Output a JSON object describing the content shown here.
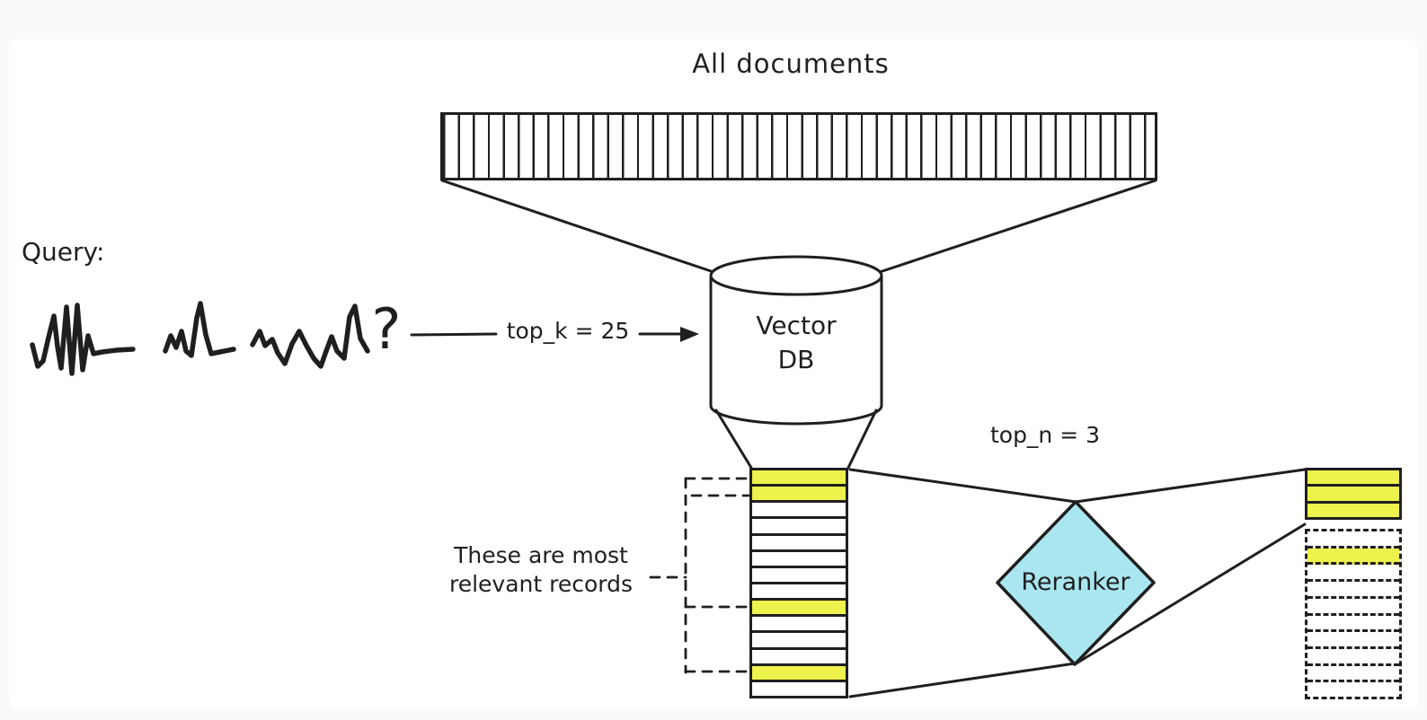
{
  "canvas": {
    "title": "All documents",
    "query": {
      "label": "Query:",
      "question_mark": "?"
    },
    "arrow_top_k": {
      "label": "top_k = 25"
    },
    "vector_db": {
      "label": "Vector\nDB"
    },
    "note": {
      "label": "These are most\nrelevant records"
    },
    "top_n": {
      "label": "top_n = 3"
    },
    "reranker": {
      "label": "Reranker"
    },
    "retrieved_stack": {
      "rows": [
        "highlight",
        "highlight",
        "plain",
        "plain",
        "plain",
        "plain",
        "plain",
        "plain",
        "highlight",
        "plain",
        "plain",
        "plain",
        "highlight",
        "plain"
      ]
    },
    "reranked_stack": {
      "solid_rows": [
        "highlight",
        "highlight",
        "highlight"
      ],
      "dashed_rows": [
        "plain",
        "highlight",
        "plain",
        "plain",
        "plain",
        "plain",
        "plain",
        "plain",
        "plain",
        "plain"
      ]
    },
    "colors": {
      "ink": "#1f1f1f",
      "highlight_yellow": "#edf24c",
      "reranker_cyan": "#a9e6f0",
      "canvas_bg": "#ffffff",
      "outer_bg": "#fafafa"
    }
  }
}
